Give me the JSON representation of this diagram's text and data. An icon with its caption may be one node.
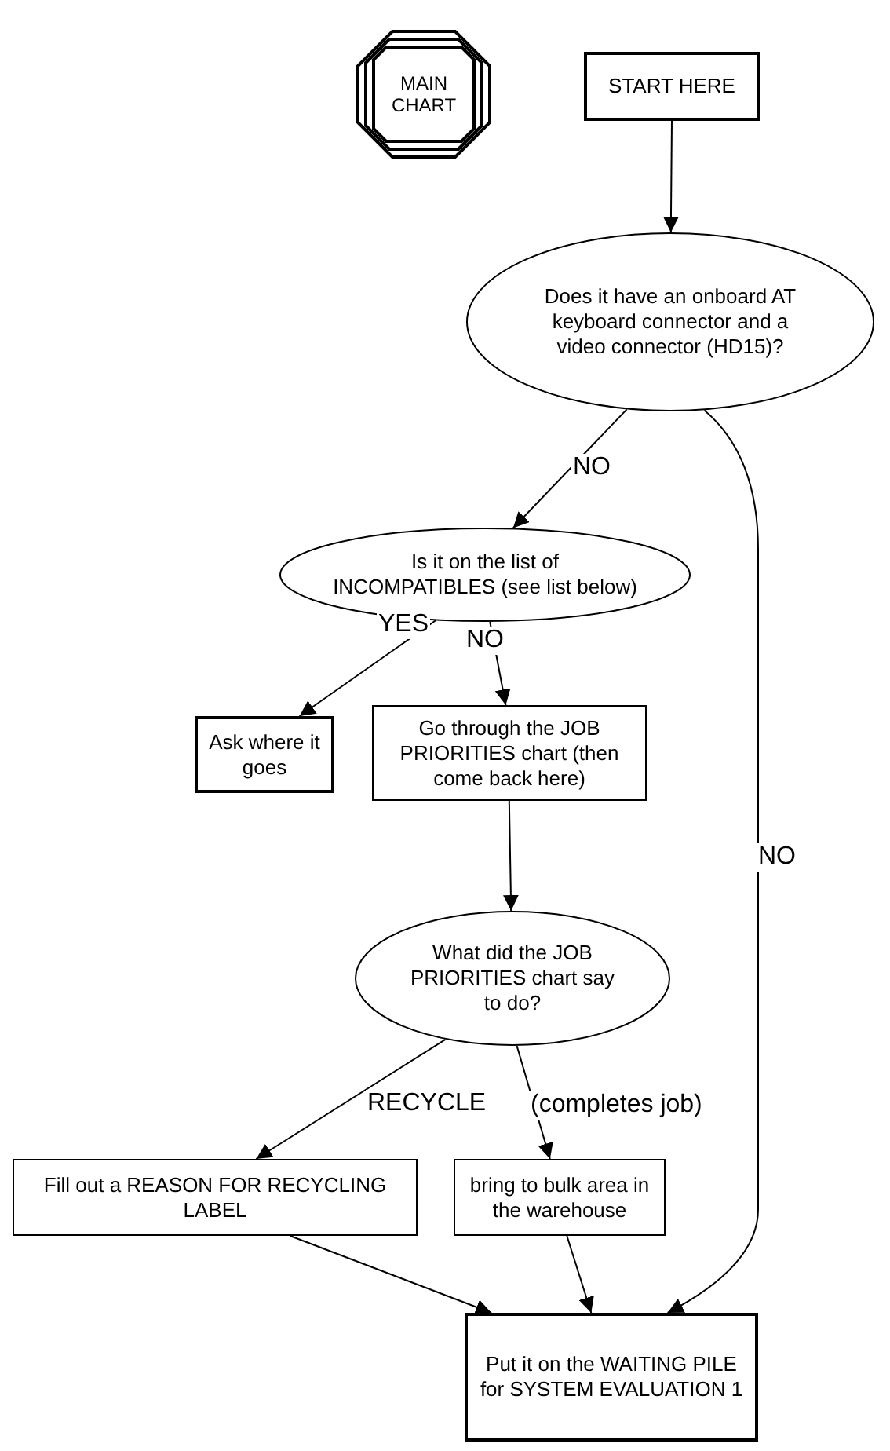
{
  "diagram": {
    "nodes": [
      {
        "text": [
          "MAIN CHART"
        ]
      },
      {
        "text": [
          "START HERE"
        ]
      },
      {
        "text": [
          "Does it have an onboard AT keyboard connector and a video connector (HD15)?"
        ]
      },
      {
        "text": [
          "Is it on the list of INCOMPATIBLES (see list below)"
        ]
      },
      {
        "text": [
          "Ask where it goes"
        ]
      },
      {
        "text": [
          "Go through the JOB PRIORITIES chart (then come back here)"
        ]
      },
      {
        "text": [
          "What did the JOB PRIORITIES chart say to do?"
        ]
      },
      {
        "text": [
          "Fill out a REASON FOR RECYCLING LABEL"
        ]
      },
      {
        "text": [
          "bring to bulk area in the warehouse"
        ]
      },
      {
        "text": [
          "Put it on the WAITING PILE for SYSTEM EVALUATION 1"
        ]
      }
    ],
    "edges": [
      {
        "from": 1,
        "to": 2,
        "arrow": "to"
      },
      {
        "from": 2,
        "to": 3,
        "arrow": "to",
        "label": "NO"
      },
      {
        "from": 2,
        "to": 9,
        "arrow": "to",
        "label": "NO"
      },
      {
        "from": 3,
        "to": 4,
        "arrow": "to",
        "label": "YES"
      },
      {
        "from": 3,
        "to": 5,
        "arrow": "to",
        "label": "NO"
      },
      {
        "from": 5,
        "to": 6,
        "arrow": "to"
      },
      {
        "from": 6,
        "to": 7,
        "arrow": "to",
        "label": "RECYCLE"
      },
      {
        "from": 6,
        "to": 8,
        "arrow": "to",
        "label": "(completes job)"
      },
      {
        "from": 7,
        "to": 9,
        "arrow": "to"
      },
      {
        "from": 8,
        "to": 9,
        "arrow": "to"
      }
    ]
  }
}
